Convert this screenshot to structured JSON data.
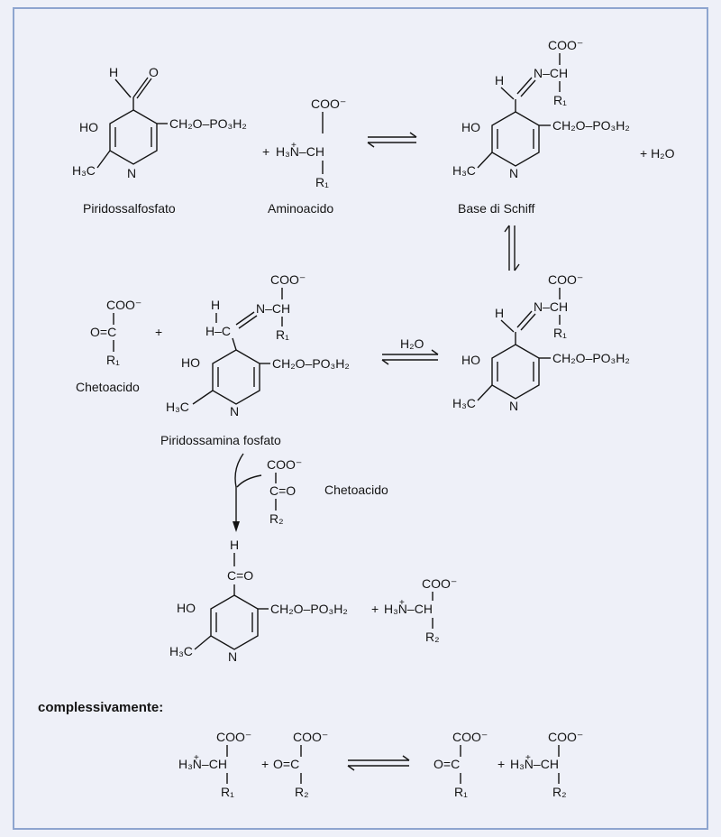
{
  "labels": {
    "piridossalfosfato": "Piridossalfosfato",
    "aminoacido": "Aminoacido",
    "base_schiff": "Base di Schiff",
    "chetoacido_1": "Chetoacido",
    "piridossamina": "Piridossamina fosfato",
    "chetoacido_2": "Chetoacido",
    "complessivamente": "complessivamente:"
  },
  "groups": {
    "coo": "COO⁻",
    "ch": "CH",
    "ho": "HO",
    "h3c": "H₃C",
    "h": "H",
    "o": "O",
    "n_ring": "N",
    "ch2opo3h2": "CH₂O–PO₃H₂",
    "h3n": "H₃N",
    "h3n_ch": "H₃N–CH",
    "h3n_plus": "+",
    "r1": "R₁",
    "r2": "R₂",
    "co": "C=O",
    "oc": "O=C",
    "n_eq_ch": "N–CH",
    "h_c": "H–C",
    "water": "+ H₂O",
    "water_plain": "H₂O",
    "plus": "+"
  }
}
